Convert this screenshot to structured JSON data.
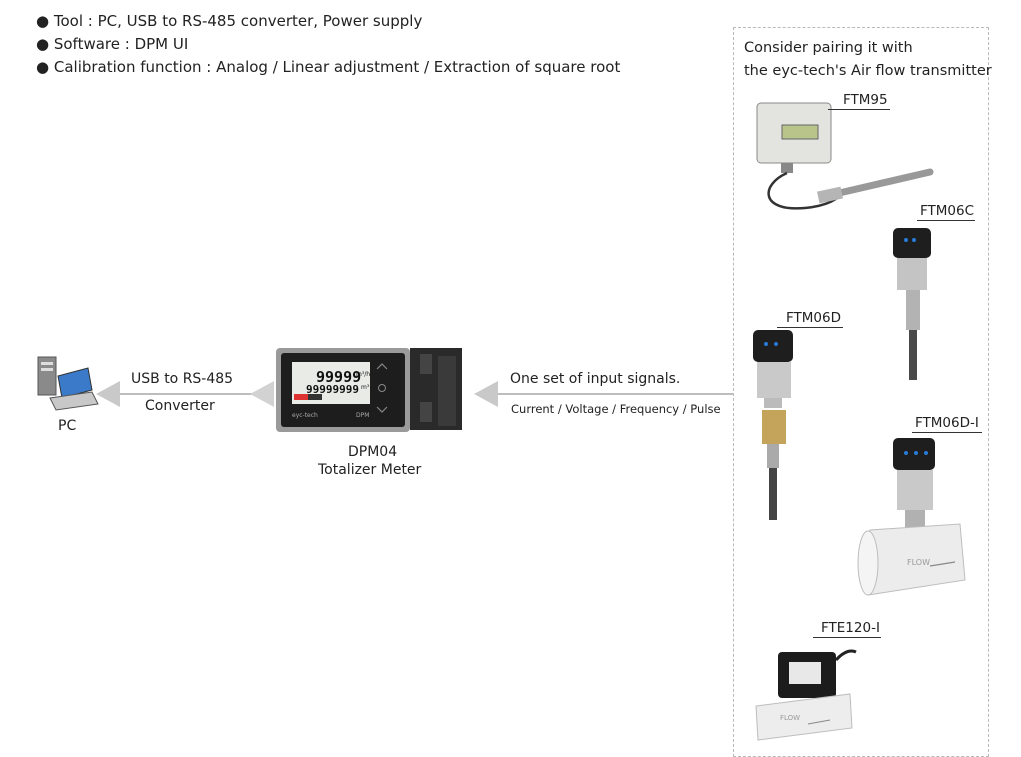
{
  "bullets": [
    "● Tool : PC, USB to RS-485 converter, Power supply",
    "● Software : DPM UI",
    "● Calibration function : Analog / Linear adjustment / Extraction of square root"
  ],
  "pc": {
    "label": "PC"
  },
  "converter": {
    "line1": "USB to RS-485",
    "line2": "Converter"
  },
  "meter": {
    "name": "DPM04",
    "subtitle": "Totalizer Meter",
    "display_rate": "99999",
    "display_rate_unit": "m³/h",
    "display_total": "99999999",
    "display_total_unit": "m³",
    "brand": "eyc-tech",
    "model_mark": "DPM"
  },
  "input": {
    "title": "One set of input signals.",
    "subtitle": "Current / Voltage / Frequency / Pulse"
  },
  "panel": {
    "line1": "Consider pairing it with",
    "line2": "the eyc-tech's Air flow transmitter"
  },
  "products": [
    {
      "name": "FTM95"
    },
    {
      "name": "FTM06C"
    },
    {
      "name": "FTM06D"
    },
    {
      "name": "FTM06D-I",
      "flow": "FLOW"
    },
    {
      "name": "FTE120-I",
      "flow": "FLOW"
    }
  ]
}
